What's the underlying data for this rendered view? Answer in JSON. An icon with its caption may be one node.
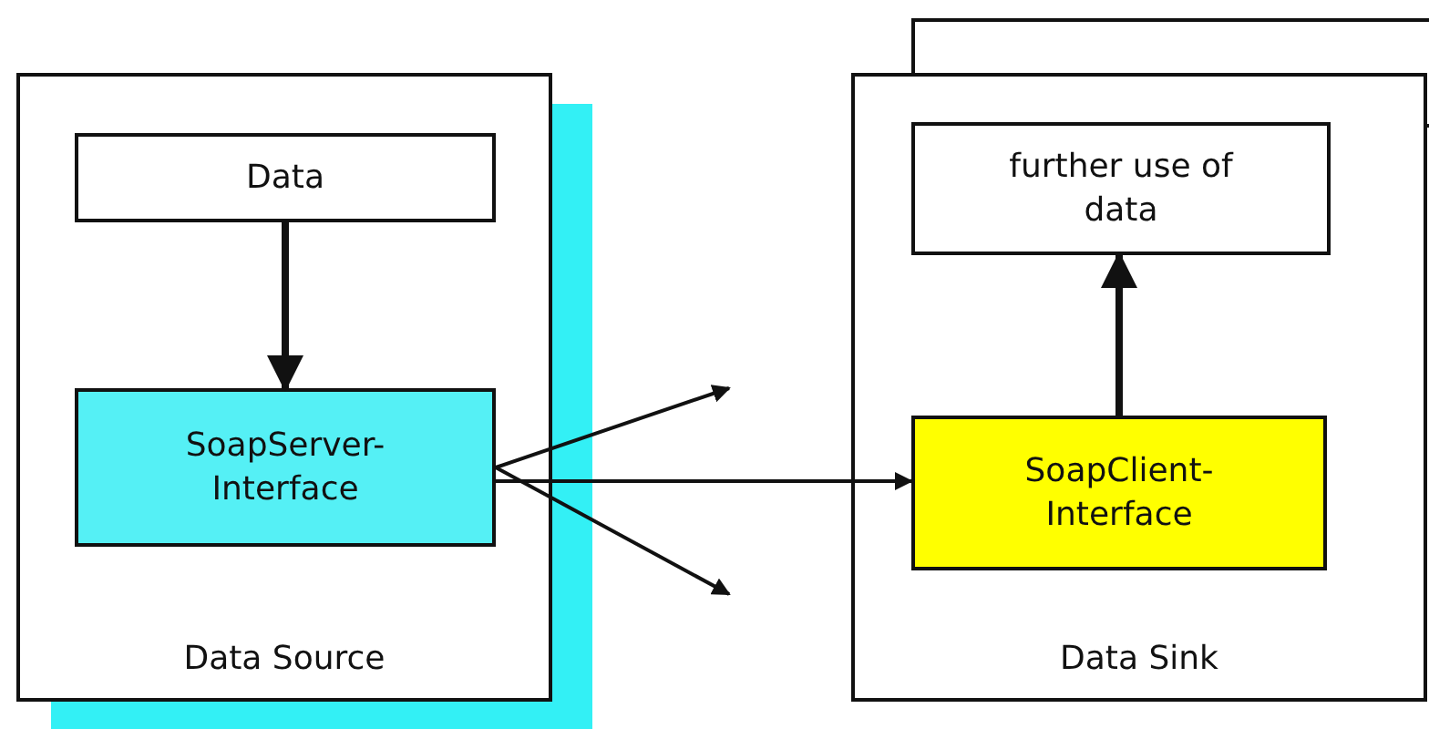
{
  "diagram": {
    "nodes": [
      {
        "text": [
          "Data Source"
        ]
      },
      {
        "text": [
          "Data"
        ],
        "in": 0
      },
      {
        "text": [
          "SoapServer-Interface"
        ],
        "in": 0
      },
      {
        "text": [
          "Data Sink"
        ]
      },
      {
        "text": [
          "further use of data"
        ],
        "in": 3
      },
      {
        "text": [
          "SoapClient-Interface"
        ],
        "in": 3
      }
    ],
    "edges": [
      {
        "from": 1,
        "to": 2,
        "arrow": "to",
        "style": "thick"
      },
      {
        "from": 5,
        "to": 4,
        "arrow": "to",
        "style": "thick"
      },
      {
        "from": 2,
        "to": 5,
        "arrow": "to"
      },
      {
        "from": 2,
        "to": null,
        "arrow": "to"
      },
      {
        "from": 2,
        "to": null,
        "arrow": "to"
      }
    ]
  }
}
